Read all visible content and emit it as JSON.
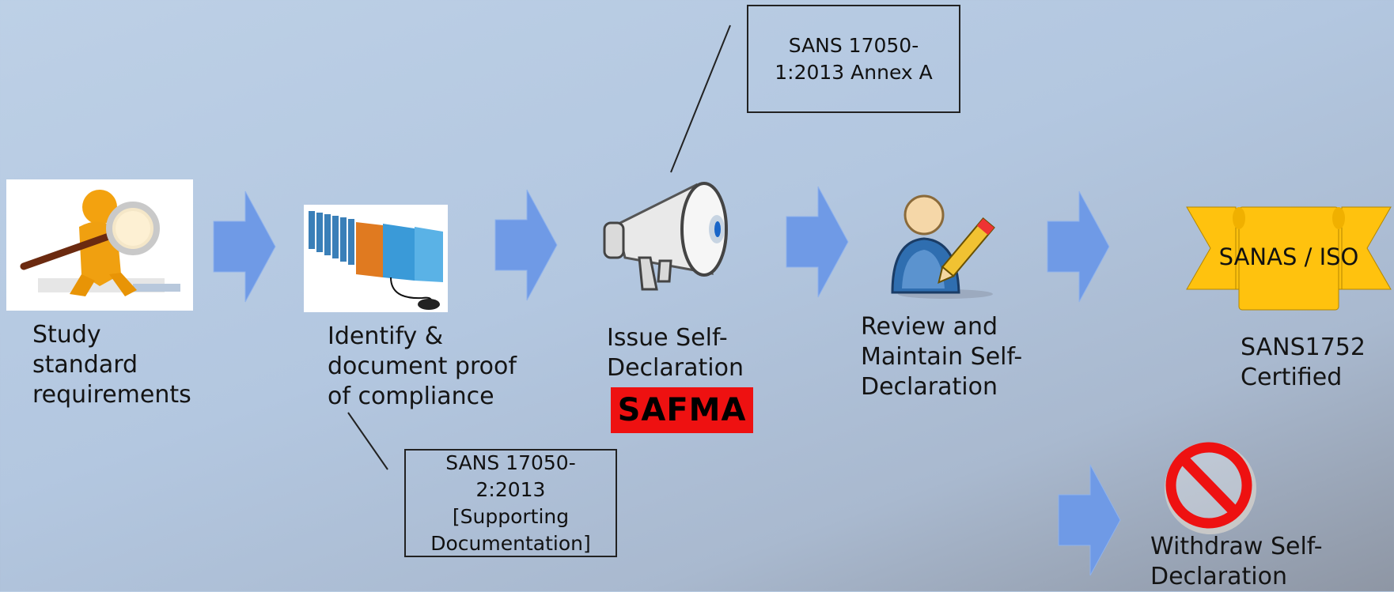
{
  "steps": [
    {
      "label": "Study\nstandard\nrequirements",
      "icon": "inspector-figure-icon"
    },
    {
      "label": "Identify &\ndocument proof\nof compliance",
      "icon": "file-folders-icon"
    },
    {
      "label": "Issue Self-\nDeclaration",
      "icon": "megaphone-icon"
    },
    {
      "label": "Review and\nMaintain Self-\nDeclaration",
      "icon": "user-edit-icon"
    },
    {
      "label": "SANS1752\nCertified",
      "icon": "ribbon-banner-icon"
    }
  ],
  "withdraw": {
    "label": "Withdraw Self-\nDeclaration",
    "icon": "prohibited-icon"
  },
  "callouts": {
    "annex": "SANS 17050-\n1:2013 Annex A",
    "supporting": "SANS 17050-\n2:2013\n[Supporting\nDocumentation]"
  },
  "badge": {
    "text": "SAFMA",
    "color": "#ee1111"
  },
  "ribbon": {
    "text": "SANAS / ISO",
    "color": "#ffc20e"
  },
  "colors": {
    "arrow": "#6f9ae6",
    "prohibited": "#ee1111"
  }
}
